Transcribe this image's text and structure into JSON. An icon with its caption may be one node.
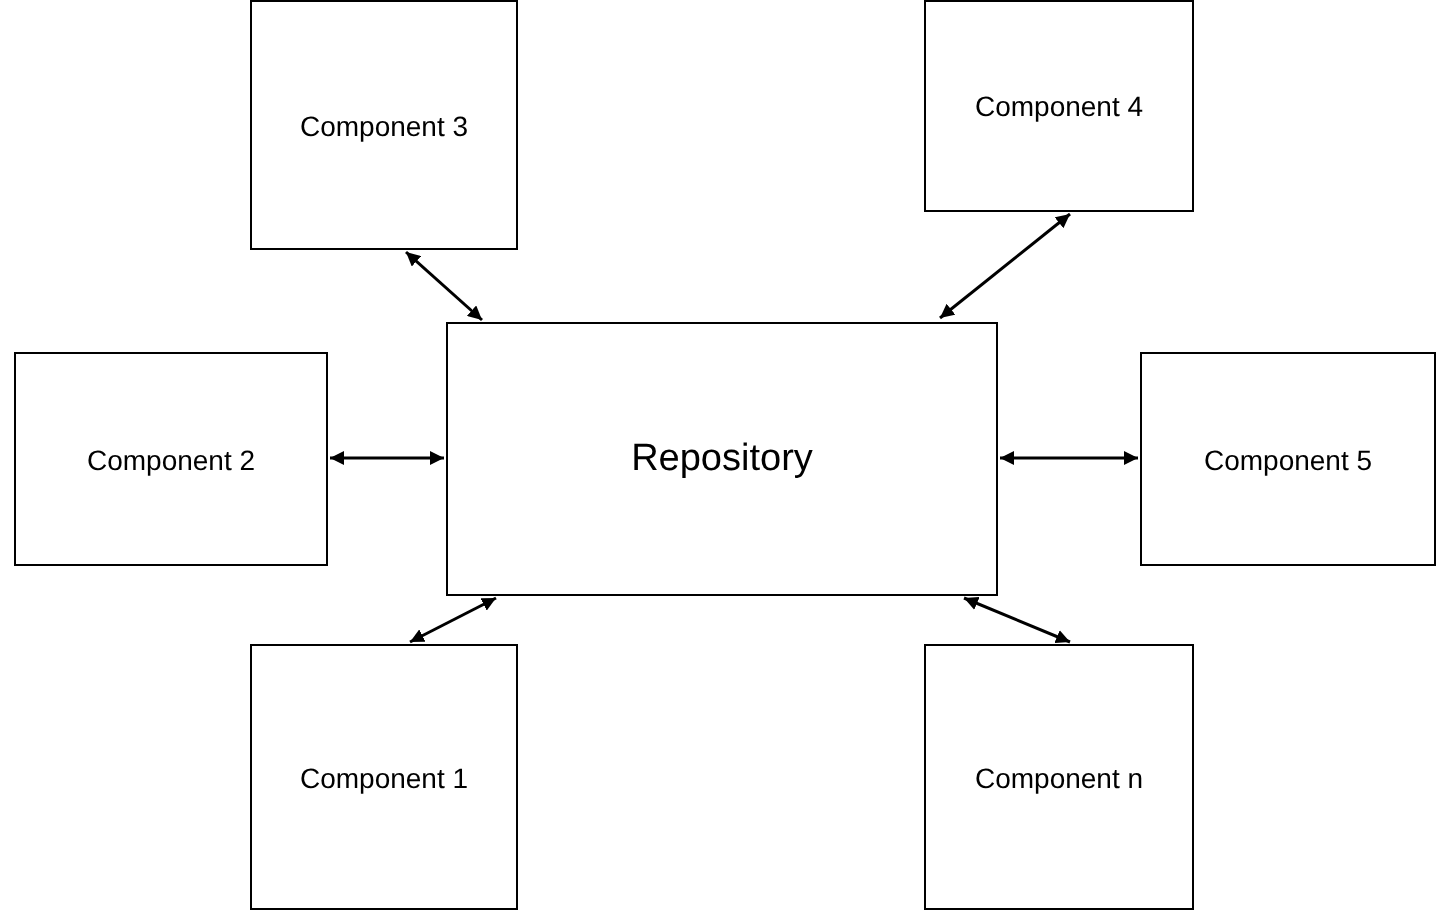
{
  "diagram": {
    "nodes": [
      {
        "text": [
          "Component 3"
        ]
      },
      {
        "text": [
          "Component 4"
        ]
      },
      {
        "text": [
          "Component 2"
        ]
      },
      {
        "text": [
          "Repository"
        ]
      },
      {
        "text": [
          "Component 5"
        ]
      },
      {
        "text": [
          "Component 1"
        ]
      },
      {
        "text": [
          "Component n"
        ]
      }
    ],
    "edges": [
      {
        "from": 3,
        "to": 0,
        "arrow": "both"
      },
      {
        "from": 3,
        "to": 1,
        "arrow": "both"
      },
      {
        "from": 3,
        "to": 2,
        "arrow": "both"
      },
      {
        "from": 3,
        "to": 4,
        "arrow": "both"
      },
      {
        "from": 3,
        "to": 5,
        "arrow": "both"
      },
      {
        "from": 3,
        "to": 6,
        "arrow": "both"
      }
    ]
  }
}
